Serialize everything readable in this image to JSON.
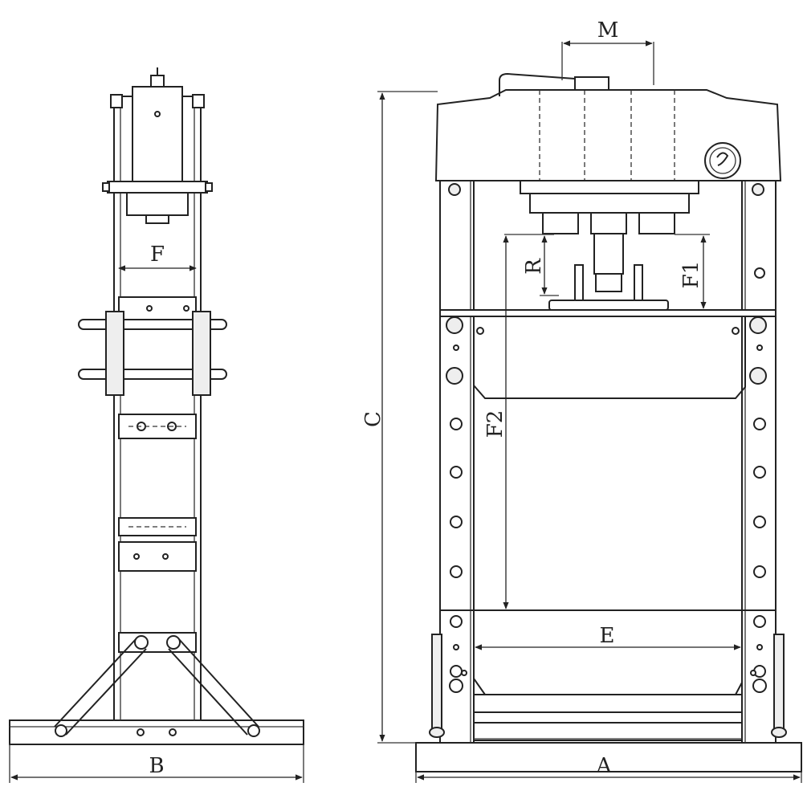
{
  "dimension_labels": {
    "A": "A",
    "B": "B",
    "C": "C",
    "E": "E",
    "F": "F",
    "F1": "F1",
    "F2": "F2",
    "R": "R",
    "M": "M"
  }
}
